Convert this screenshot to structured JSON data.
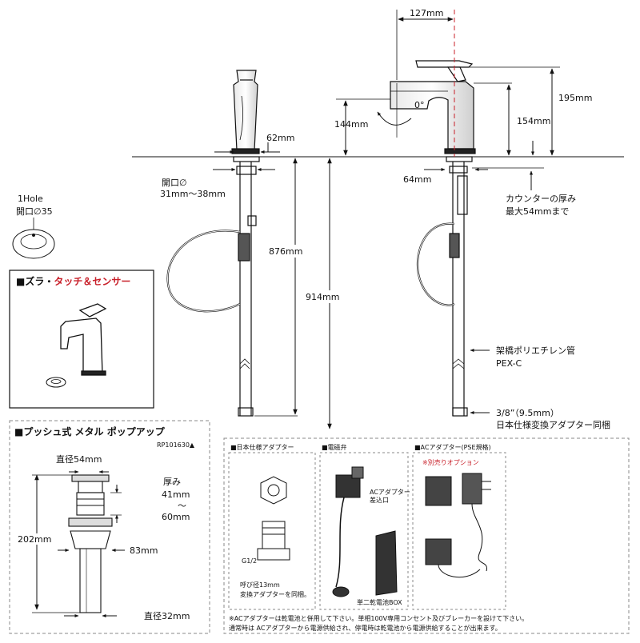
{
  "side_view": {
    "width_62": "62mm",
    "hole_label_1": "開口∅",
    "hole_label_2": "31mm〜38mm",
    "height_876": "876mm",
    "height_914": "914mm"
  },
  "front_view": {
    "reach_127": "127mm",
    "height_195": "195mm",
    "height_154": "154mm",
    "height_144": "144mm",
    "angle": "0°",
    "base_64": "64mm",
    "counter_1": "カウンターの厚み",
    "counter_2": "最大54mmまで",
    "pex_1": "架橋ポリエチレン管",
    "pex_2": "PEX-C",
    "adapter_1": "3/8”（9.5mm）",
    "adapter_2": "日本仕様変換アダプター同梱"
  },
  "hole_info": {
    "line1": "1Hole",
    "line2": "開口∅35"
  },
  "sensor_box": {
    "title_black": "■ズラ・",
    "title_red": "タッチ＆センサー"
  },
  "popup_box": {
    "title": "■プッシュ式 メタル ポップアップ",
    "model": "RP101630▲",
    "diameter_54": "直径54mm",
    "thickness_1": "厚み",
    "thickness_2": "41mm",
    "thickness_3": "〜",
    "thickness_4": "60mm",
    "height_202": "202mm",
    "width_83": "83mm",
    "diameter_32": "直径32mm"
  },
  "accessories": {
    "adapter_title": "■日本仕様アダプター",
    "adapter_g": "G1/2",
    "adapter_note_1": "呼び径13mm",
    "adapter_note_2": "変換アダプターを同梱。",
    "valve_title": "■電磁弁",
    "valve_plug_1": "ACアダプター",
    "valve_plug_2": "差込口",
    "battery_box": "単二乾電池BOX",
    "ac_title": "■ACアダプター",
    "ac_title_small": "(PSE規格)",
    "ac_option": "※別売りオプション",
    "note_1": "※ACアダプターは乾電池と併用して下さい。単相100V専用コンセント及びブレーカーを設けて下さい。",
    "note_2": "通常時は ACアダプターから電源供給され、停電時は乾電池から電源供給することが出来ます。"
  },
  "colors": {
    "accent_red": "#c8202a",
    "line": "#111111",
    "gray": "#bbbbbb",
    "dashed_border": "#888888"
  }
}
